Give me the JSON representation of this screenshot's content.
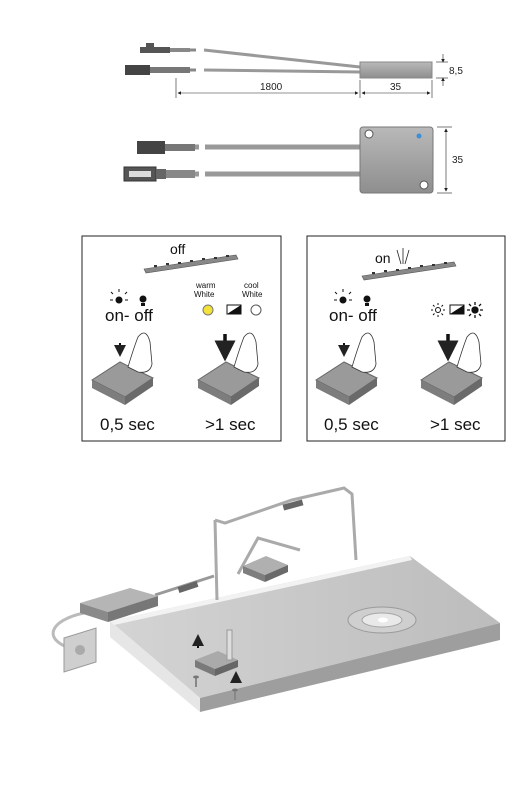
{
  "top_drawing": {
    "length_cable": "1800",
    "length_box": "35",
    "height_box": "8,5"
  },
  "front_drawing": {
    "box_height": "35",
    "led_color": "#3a8fd6"
  },
  "panel_left": {
    "title": "off",
    "on_off_label": "on- off",
    "warm_label_1": "warm",
    "warm_label_2": "White",
    "cool_label_1": "cool",
    "cool_label_2": "White",
    "time_short": "0,5 sec",
    "time_long": ">1 sec",
    "warm_dot_color": "#f3e23a"
  },
  "panel_right": {
    "title": "on",
    "on_off_label": "on- off",
    "time_short": "0,5 sec",
    "time_long": ">1 sec"
  }
}
